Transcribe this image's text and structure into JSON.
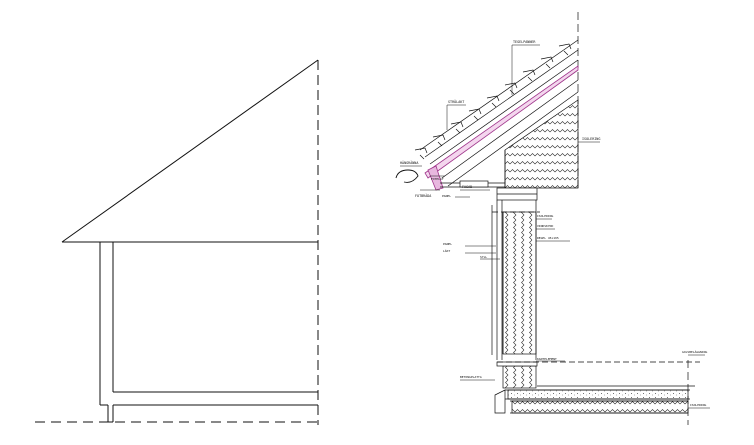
{
  "drawing": {
    "left_view": "house section outline",
    "right_view": "eaves / wall / floor construction detail"
  },
  "labels": {
    "roof_covering": "TEGELPANNER",
    "battens": "STRÖLAKT",
    "gutter": "HÄNGRÄNNA",
    "fascia": "FOTPLÅT",
    "eaves_board": "FOTBRÄDA",
    "soffit": "PANEL",
    "insulation_top": "ISOLERING",
    "fasad": "FASAD",
    "wall_insulation": "ISOLERING",
    "wall_layer_a": "PANEL",
    "wall_layer_b": "LÄKT",
    "wall_layer_c": "VINDSKYDD",
    "wall_stud": "REGEL 45x195",
    "wall_bottom_plate": "SYLL",
    "floor_slab": "BETONGPLATTA",
    "floor_insulation": "ISOLERING",
    "floor_edge": "KANTELEMENT",
    "floor_finish": "GOLVBELÄGGNING"
  },
  "colors": {
    "line": "#111111",
    "highlight": "#a0368c",
    "fill_light": "#f4d6ee"
  }
}
